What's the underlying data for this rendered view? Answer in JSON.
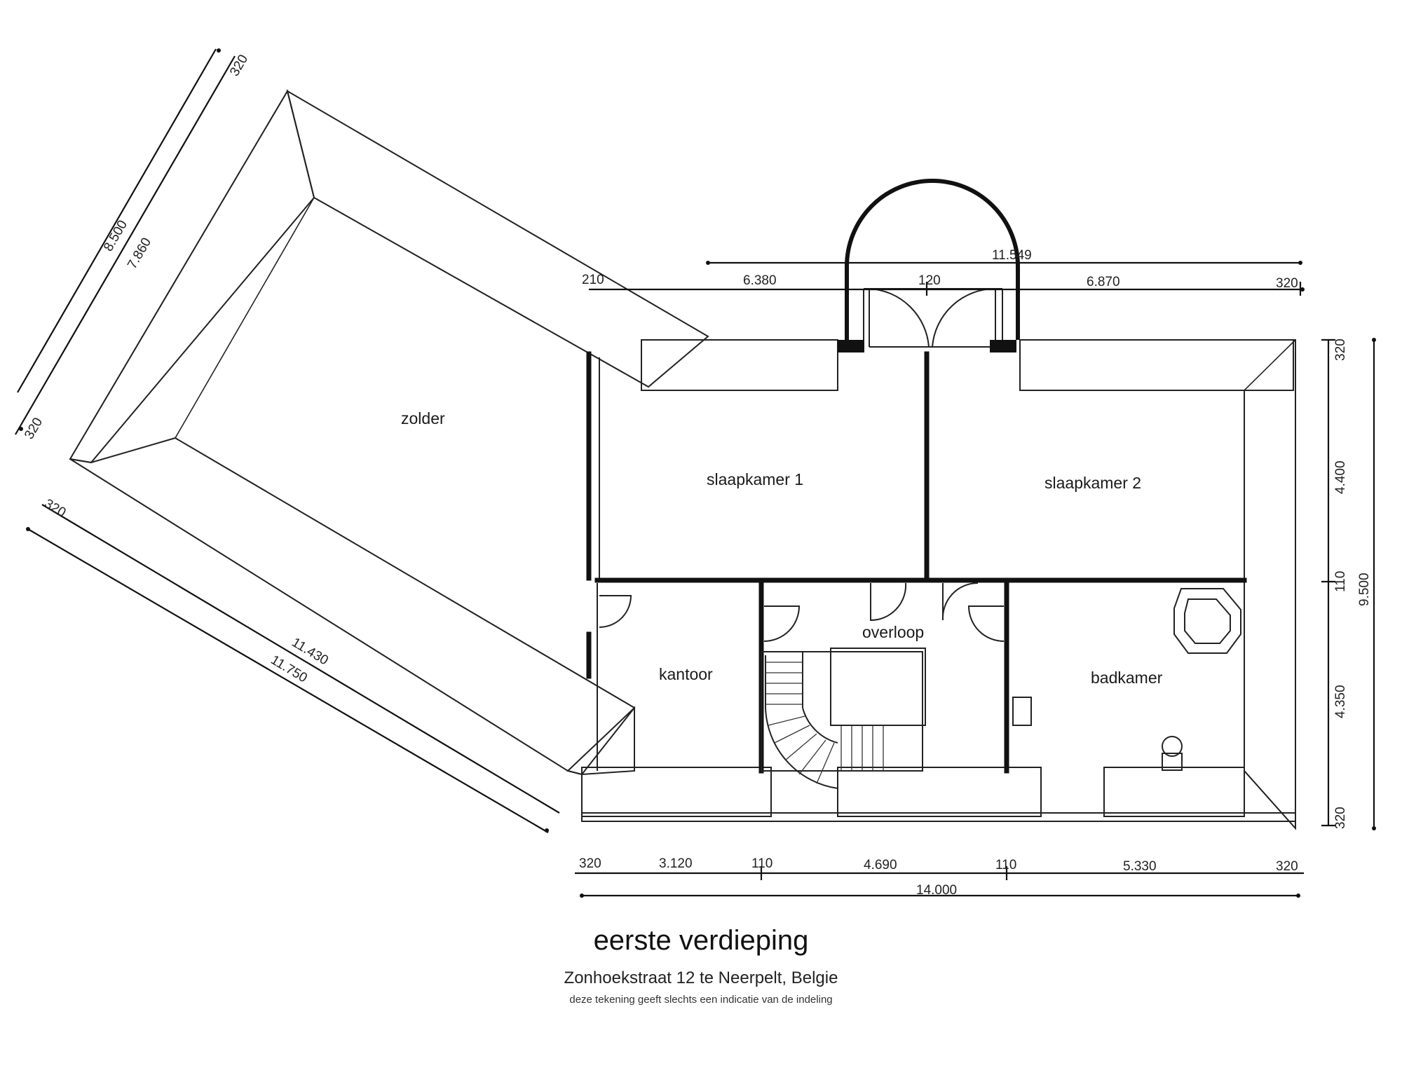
{
  "rooms": {
    "zolder": "zolder",
    "slaapkamer_1": "slaapkamer 1",
    "slaapkamer_2": "slaapkamer 2",
    "overloop": "overloop",
    "kantoor": "kantoor",
    "badkamer": "badkamer"
  },
  "dimensions": {
    "top_total": "11.549",
    "top_left": "6.380",
    "top_mid": "120",
    "top_right": "6.870",
    "top_end": "320",
    "top_start": "210",
    "right_top": "320",
    "right_upper": "4.400",
    "right_mid": "110",
    "right_lower": "4.350",
    "right_bottom": "320",
    "right_total": "9.500",
    "bottom_a": "320",
    "bottom_b": "3.120",
    "bottom_c": "110",
    "bottom_d": "4.690",
    "bottom_e": "110",
    "bottom_f": "5.330",
    "bottom_g": "320",
    "bottom_total": "14.000",
    "diag_ul_320": "320",
    "diag_ul_8500": "8.500",
    "diag_ul_7860": "7.860",
    "diag_ul_320b": "320",
    "diag_ll_320": "320",
    "diag_ll_11430": "11.430",
    "diag_ll_11750": "11.750"
  },
  "caption": {
    "title": "eerste verdieping",
    "address": "Zonhoekstraat 12 te Neerpelt, Belgie",
    "note": "deze tekening geeft slechts een indicatie van de indeling"
  }
}
